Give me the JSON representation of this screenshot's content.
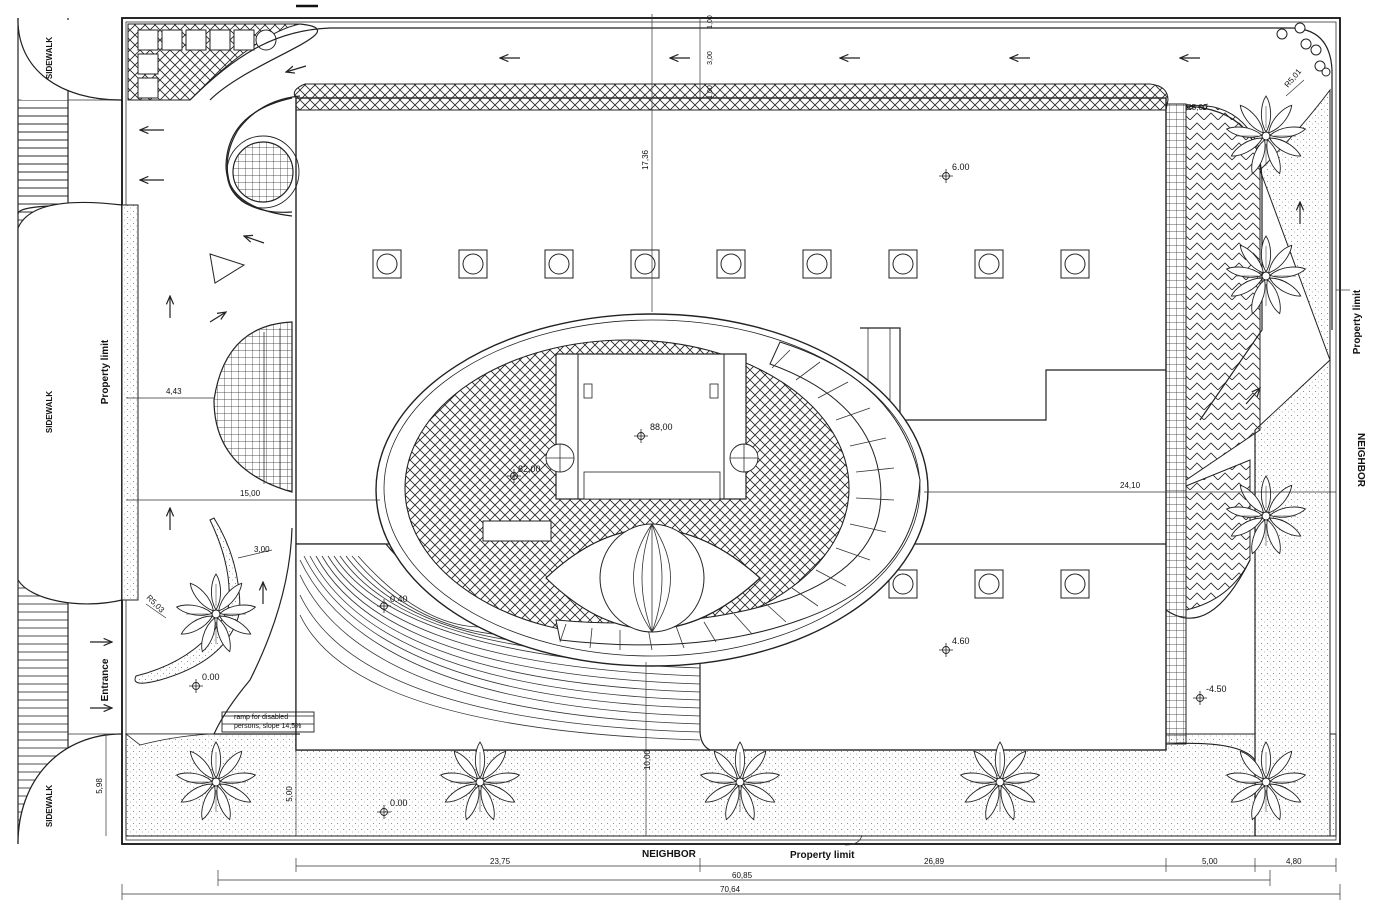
{
  "labels": {
    "sidewalk": "SIDEWALK",
    "neighbor": "NEIGHBOR",
    "property_limit": "Property limit",
    "entrance": "Entrance",
    "ramp_line1": "ramp for disabled",
    "ramp_line2": "persons, slope 14,5%"
  },
  "levels": {
    "roof_top": "6.00",
    "tower": "88,00",
    "tower_side": "82,00",
    "terrace": "0.40",
    "roof_bottom": "4.60",
    "garden_left": "0.00",
    "garden_bottom": "0.00",
    "basement": "-4.50"
  },
  "dimensions": {
    "top_1": "1,00",
    "top_2": "3,00",
    "top_3": "1,00",
    "vertical_main": "17,36",
    "left_offset": "4,43",
    "left_to_ellipse": "15,00",
    "right_to_ellipse": "24,10",
    "planter_width": "3,00",
    "radius_left": "R5,03",
    "radius_right_1": "R5,00",
    "radius_right_2": "R5,01",
    "bottom_vertical": "10,00",
    "bottom_strip": "5,00",
    "left_strip": "5,98",
    "bottom_a": "23,75",
    "bottom_b": "26,89",
    "bottom_c": "5,00",
    "bottom_d": "4,80",
    "total_inner": "60,85",
    "total_outer": "70,64"
  },
  "colors": {
    "ink": "#222222",
    "paper": "#ffffff",
    "planting": "#bdbdbd"
  }
}
